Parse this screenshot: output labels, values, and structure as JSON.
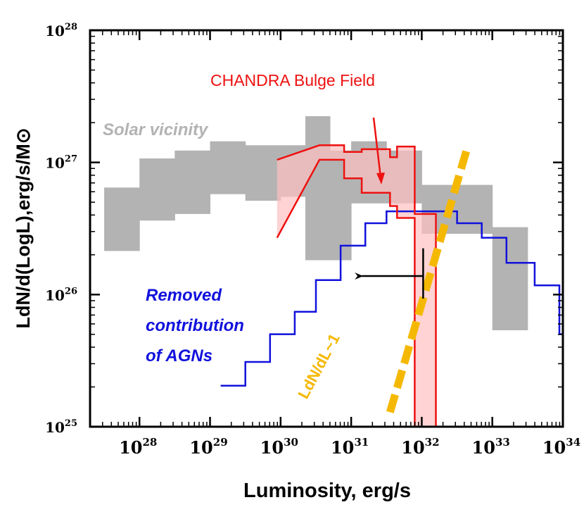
{
  "chart_data": {
    "type": "line",
    "xscale": "log",
    "yscale": "log",
    "xlim_exp": [
      27.3,
      34
    ],
    "ylim_exp": [
      25,
      28
    ],
    "xlabel": "Luminosity, erg/s",
    "ylabel": "LdN/d(LogL),erg/s/M⊙",
    "x_ticks": [
      {
        "exp": 28,
        "base": "10",
        "sup": "28"
      },
      {
        "exp": 29,
        "base": "10",
        "sup": "29"
      },
      {
        "exp": 30,
        "base": "10",
        "sup": "30"
      },
      {
        "exp": 31,
        "base": "10",
        "sup": "31"
      },
      {
        "exp": 32,
        "base": "10",
        "sup": "32"
      },
      {
        "exp": 33,
        "base": "10",
        "sup": "33"
      },
      {
        "exp": 34,
        "base": "10",
        "sup": "34"
      }
    ],
    "y_ticks": [
      {
        "exp": 25,
        "base": "10",
        "sup": "25"
      },
      {
        "exp": 26,
        "base": "10",
        "sup": "26"
      },
      {
        "exp": 27,
        "base": "10",
        "sup": "27"
      },
      {
        "exp": 28,
        "base": "10",
        "sup": "28"
      }
    ],
    "solar_vicinity": {
      "label": "Solar vicinity",
      "color": "#b3b3b3",
      "bins_log": [
        {
          "x0": 27.5,
          "x1": 28.0,
          "y0": 26.33,
          "y1": 26.81
        },
        {
          "x0": 28.0,
          "x1": 28.5,
          "y0": 26.56,
          "y1": 27.03
        },
        {
          "x0": 28.5,
          "x1": 29.0,
          "y0": 26.61,
          "y1": 27.09
        },
        {
          "x0": 29.0,
          "x1": 29.5,
          "y0": 26.76,
          "y1": 27.16
        },
        {
          "x0": 29.5,
          "x1": 30.0,
          "y0": 26.71,
          "y1": 27.13
        },
        {
          "x0": 30.0,
          "x1": 30.35,
          "y0": 26.74,
          "y1": 27.13
        },
        {
          "x0": 30.35,
          "x1": 30.7,
          "y0": 26.26,
          "y1": 27.35
        },
        {
          "x0": 30.7,
          "x1": 31.0,
          "y0": 26.26,
          "y1": 27.09
        },
        {
          "x0": 31.0,
          "x1": 31.5,
          "y0": 26.69,
          "y1": 27.16
        },
        {
          "x0": 31.5,
          "x1": 32.0,
          "y0": 26.69,
          "y1": 27.09
        },
        {
          "x0": 32.0,
          "x1": 32.5,
          "y0": 26.46,
          "y1": 26.83
        },
        {
          "x0": 32.5,
          "x1": 33.0,
          "y0": 26.46,
          "y1": 26.83
        },
        {
          "x0": 33.0,
          "x1": 33.5,
          "y0": 25.73,
          "y1": 26.51
        }
      ]
    },
    "chandra_bulge": {
      "label": "CHANDRA Bulge Field",
      "color": "#ee1111",
      "fill": "#ffc0c0",
      "upper_log": [
        [
          29.95,
          27.02
        ],
        [
          30.55,
          27.13
        ],
        [
          30.9,
          27.13
        ],
        [
          30.9,
          27.08
        ],
        [
          31.15,
          27.08
        ],
        [
          31.15,
          27.1
        ],
        [
          31.55,
          27.1
        ],
        [
          31.55,
          27.04
        ],
        [
          31.65,
          27.04
        ],
        [
          31.65,
          27.12
        ],
        [
          31.9,
          27.12
        ],
        [
          31.9,
          26.61
        ],
        [
          32.2,
          26.61
        ],
        [
          32.2,
          25.0
        ]
      ],
      "lower_log": [
        [
          29.95,
          26.43
        ],
        [
          30.55,
          27.02
        ],
        [
          30.9,
          27.02
        ],
        [
          30.9,
          26.88
        ],
        [
          31.15,
          26.88
        ],
        [
          31.15,
          26.77
        ],
        [
          31.55,
          26.77
        ],
        [
          31.55,
          26.67
        ],
        [
          31.65,
          26.67
        ],
        [
          31.65,
          26.58
        ],
        [
          31.9,
          26.58
        ],
        [
          31.9,
          25.0
        ]
      ]
    },
    "removed_agn": {
      "label_lines": [
        "Removed",
        "contribution",
        "of AGNs"
      ],
      "color": "#1111dd",
      "step_log": [
        [
          29.15,
          25.31
        ],
        [
          29.5,
          25.31
        ],
        [
          29.5,
          25.49
        ],
        [
          29.85,
          25.49
        ],
        [
          29.85,
          25.7
        ],
        [
          30.2,
          25.7
        ],
        [
          30.2,
          25.87
        ],
        [
          30.5,
          25.87
        ],
        [
          30.5,
          26.11
        ],
        [
          30.85,
          26.11
        ],
        [
          30.85,
          26.37
        ],
        [
          31.2,
          26.37
        ],
        [
          31.2,
          26.54
        ],
        [
          31.5,
          26.54
        ],
        [
          31.5,
          26.63
        ],
        [
          32.5,
          26.63
        ],
        [
          32.5,
          26.54
        ],
        [
          32.85,
          26.54
        ],
        [
          32.85,
          26.43
        ],
        [
          33.2,
          26.43
        ],
        [
          33.2,
          26.24
        ],
        [
          33.6,
          26.24
        ],
        [
          33.6,
          26.07
        ],
        [
          33.95,
          26.07
        ],
        [
          33.95,
          25.7
        ],
        [
          34.0,
          25.7
        ]
      ]
    },
    "slope_line": {
      "label": "LdN/dL~1",
      "color": "#f5b800",
      "from_log": [
        31.55,
        25.11
      ],
      "to_log": [
        32.65,
        27.12
      ]
    },
    "limit_arrow": {
      "color": "#000000",
      "x_log": 32.02,
      "y_log": 26.14,
      "err_lo_log": 25.97,
      "err_hi_log": 26.35,
      "to_x_log": 31.15
    }
  }
}
